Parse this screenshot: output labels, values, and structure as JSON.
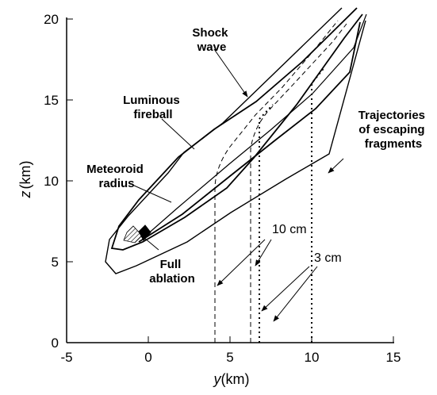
{
  "axes": {
    "x": {
      "label": "y",
      "unit": "(km)",
      "ticks": [
        "-5",
        "0",
        "5",
        "10",
        "15"
      ]
    },
    "y": {
      "label": "z",
      "unit": "(km)",
      "ticks": [
        "0",
        "5",
        "10",
        "15",
        "20"
      ]
    }
  },
  "annotations": {
    "shock_wave": [
      "Shock",
      "wave"
    ],
    "luminous_fireball": [
      "Luminous",
      "fireball"
    ],
    "meteoroid_radius": [
      "Meteoroid",
      "radius"
    ],
    "trajectories": [
      "Trajectories",
      "of escaping",
      "fragments"
    ],
    "full_ablation": [
      "Full",
      "ablation"
    ],
    "size_10cm": "10 cm",
    "size_3cm": "3 cm"
  }
}
